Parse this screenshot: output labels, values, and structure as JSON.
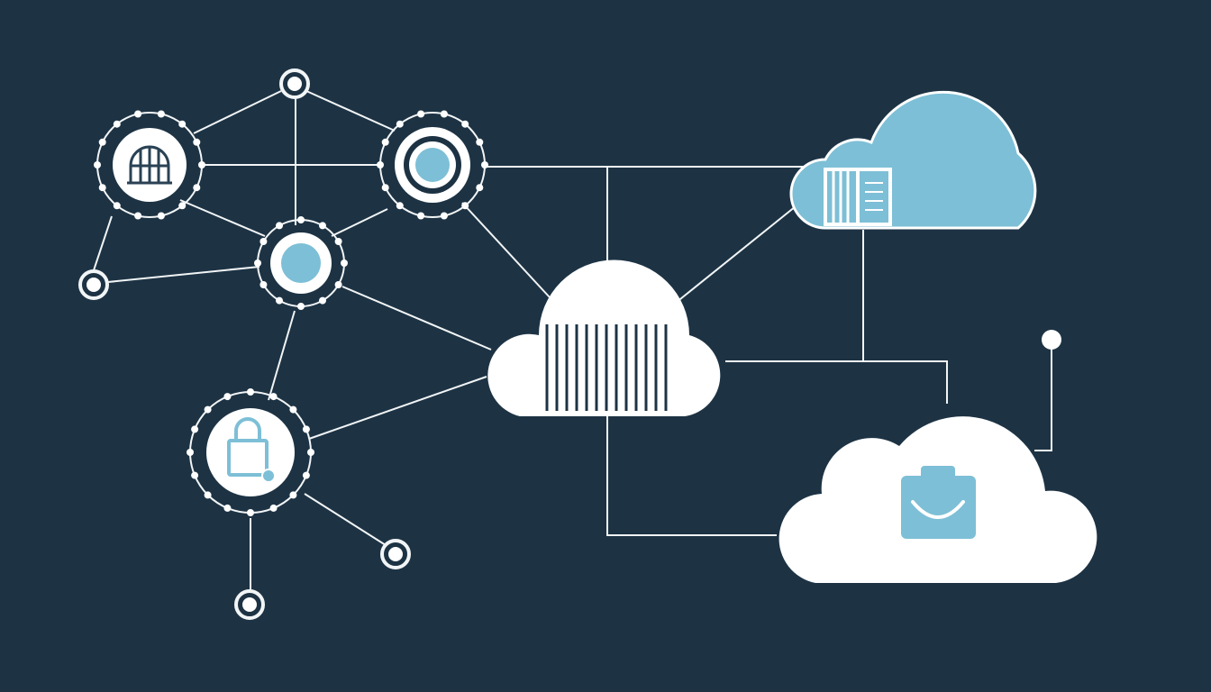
{
  "diagram": {
    "kind": "cloud-network-illustration",
    "colors": {
      "background": "#1d3344",
      "line": "#f2f5f6",
      "accent_blue": "#7dbfd6",
      "cloud_white": "#ffffff",
      "icon_stroke": "#2a4254"
    },
    "hubs": [
      {
        "id": "hub-globe",
        "icon": "globe-icon"
      },
      {
        "id": "hub-ring-top",
        "icon": "target-icon"
      },
      {
        "id": "hub-ring-middle",
        "icon": "blue-dot-icon"
      },
      {
        "id": "hub-lock",
        "icon": "lock-icon"
      }
    ],
    "clouds": [
      {
        "id": "cloud-blue",
        "icon": "server-rack-icon",
        "fill": "accent_blue"
      },
      {
        "id": "cloud-center",
        "icon": "barcode-icon",
        "fill": "cloud_white"
      },
      {
        "id": "cloud-bottom",
        "icon": "briefcase-icon",
        "fill": "cloud_white"
      }
    ],
    "endpoints": [
      "endpoint-top",
      "endpoint-left",
      "endpoint-bottom-right",
      "endpoint-bottom",
      "endpoint-right"
    ]
  }
}
